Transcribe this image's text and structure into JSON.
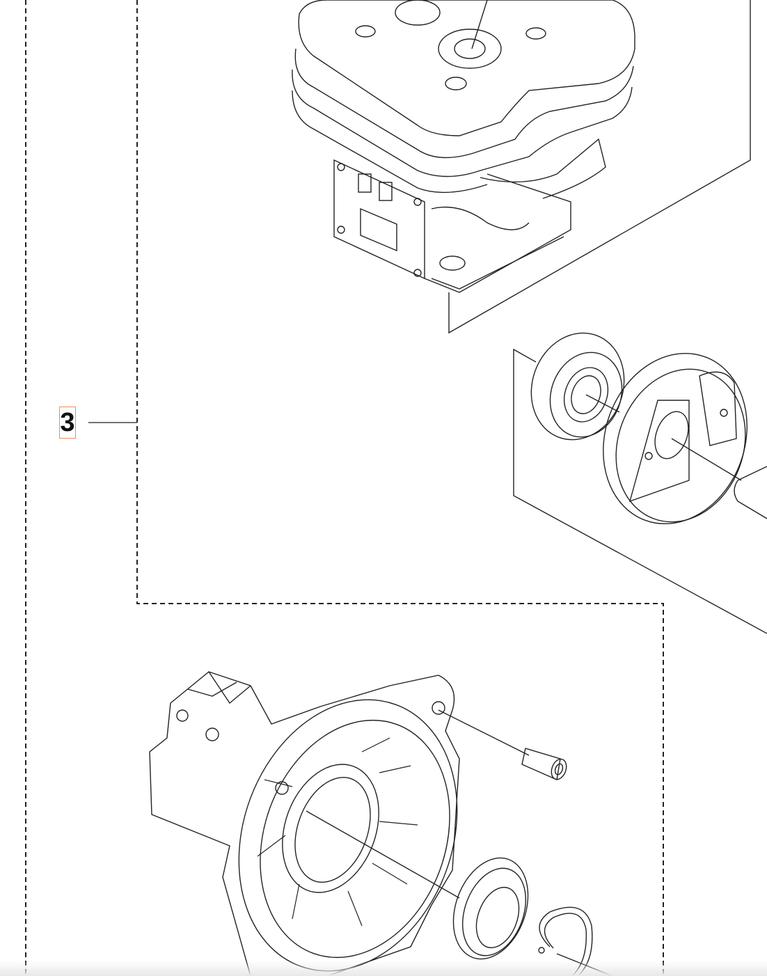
{
  "diagram": {
    "callouts": [
      {
        "label": "3",
        "highlight_color": "#f08a5d"
      }
    ],
    "parts": [
      "cylinder",
      "bearing",
      "clutch-drum",
      "crankcase",
      "sleeve",
      "seal-ring",
      "circlip"
    ]
  }
}
